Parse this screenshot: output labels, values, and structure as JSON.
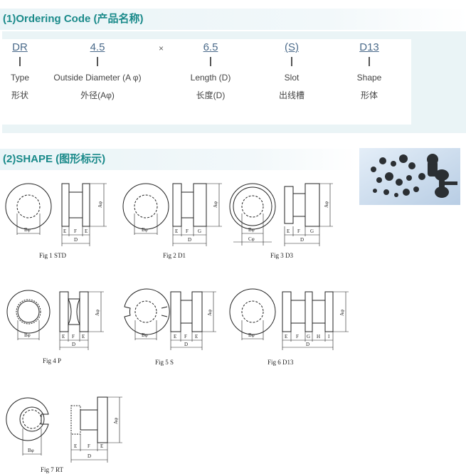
{
  "ordering": {
    "heading": "(1)Ordering Code (产品名称)",
    "separator": "×",
    "columns": [
      {
        "code": "DR",
        "en": "Type",
        "cn": "形状"
      },
      {
        "code": "4.5",
        "en": "Outside Diameter (A φ)",
        "cn": "外径(Aφ)"
      },
      {
        "code": "6.5",
        "en": "Length (D)",
        "cn": "长度(D)"
      },
      {
        "code": "(S)",
        "en": "Slot",
        "cn": "出线槽"
      },
      {
        "code": "D13",
        "en": "Shape",
        "cn": "形体"
      }
    ]
  },
  "shape": {
    "heading": "(2)SHAPE (图形标示)",
    "figures": [
      {
        "caption": "Fig 1   STD",
        "inner_dia": "Bφ",
        "segments": [
          "E",
          "F",
          "E"
        ],
        "length": "D",
        "outer": "Aφ"
      },
      {
        "caption": "Fig 2   D1",
        "inner_dia": "Bφ",
        "segments": [
          "E",
          "F",
          "G"
        ],
        "length": "D",
        "outer": "Aφ"
      },
      {
        "caption": "Fig 3   D3",
        "inner_dia": "Bφ",
        "core_dia": "Cφ",
        "segments": [
          "E",
          "F",
          "G"
        ],
        "length": "D",
        "outer": "Aφ"
      },
      {
        "caption": "Fig 4   P",
        "inner_dia": "Bφ",
        "segments": [
          "E",
          "F",
          "E"
        ],
        "length": "D",
        "outer": "Aφ"
      },
      {
        "caption": "Fig 5   S",
        "inner_dia": "Bφ",
        "segments": [
          "E",
          "F",
          "E"
        ],
        "length": "D",
        "outer": "Aφ"
      },
      {
        "caption": "Fig 6   D13",
        "inner_dia": "Bφ",
        "segments": [
          "E",
          "F",
          "G",
          "H",
          "I"
        ],
        "length": "D",
        "outer": "Aφ"
      },
      {
        "caption": "Fig 7   RT",
        "inner_dia": "Bφ",
        "segments": [
          "E",
          "F",
          "E"
        ],
        "length": "D",
        "outer": "Aφ"
      }
    ]
  },
  "photo": {
    "icon": "ferrite-cores-photo"
  }
}
